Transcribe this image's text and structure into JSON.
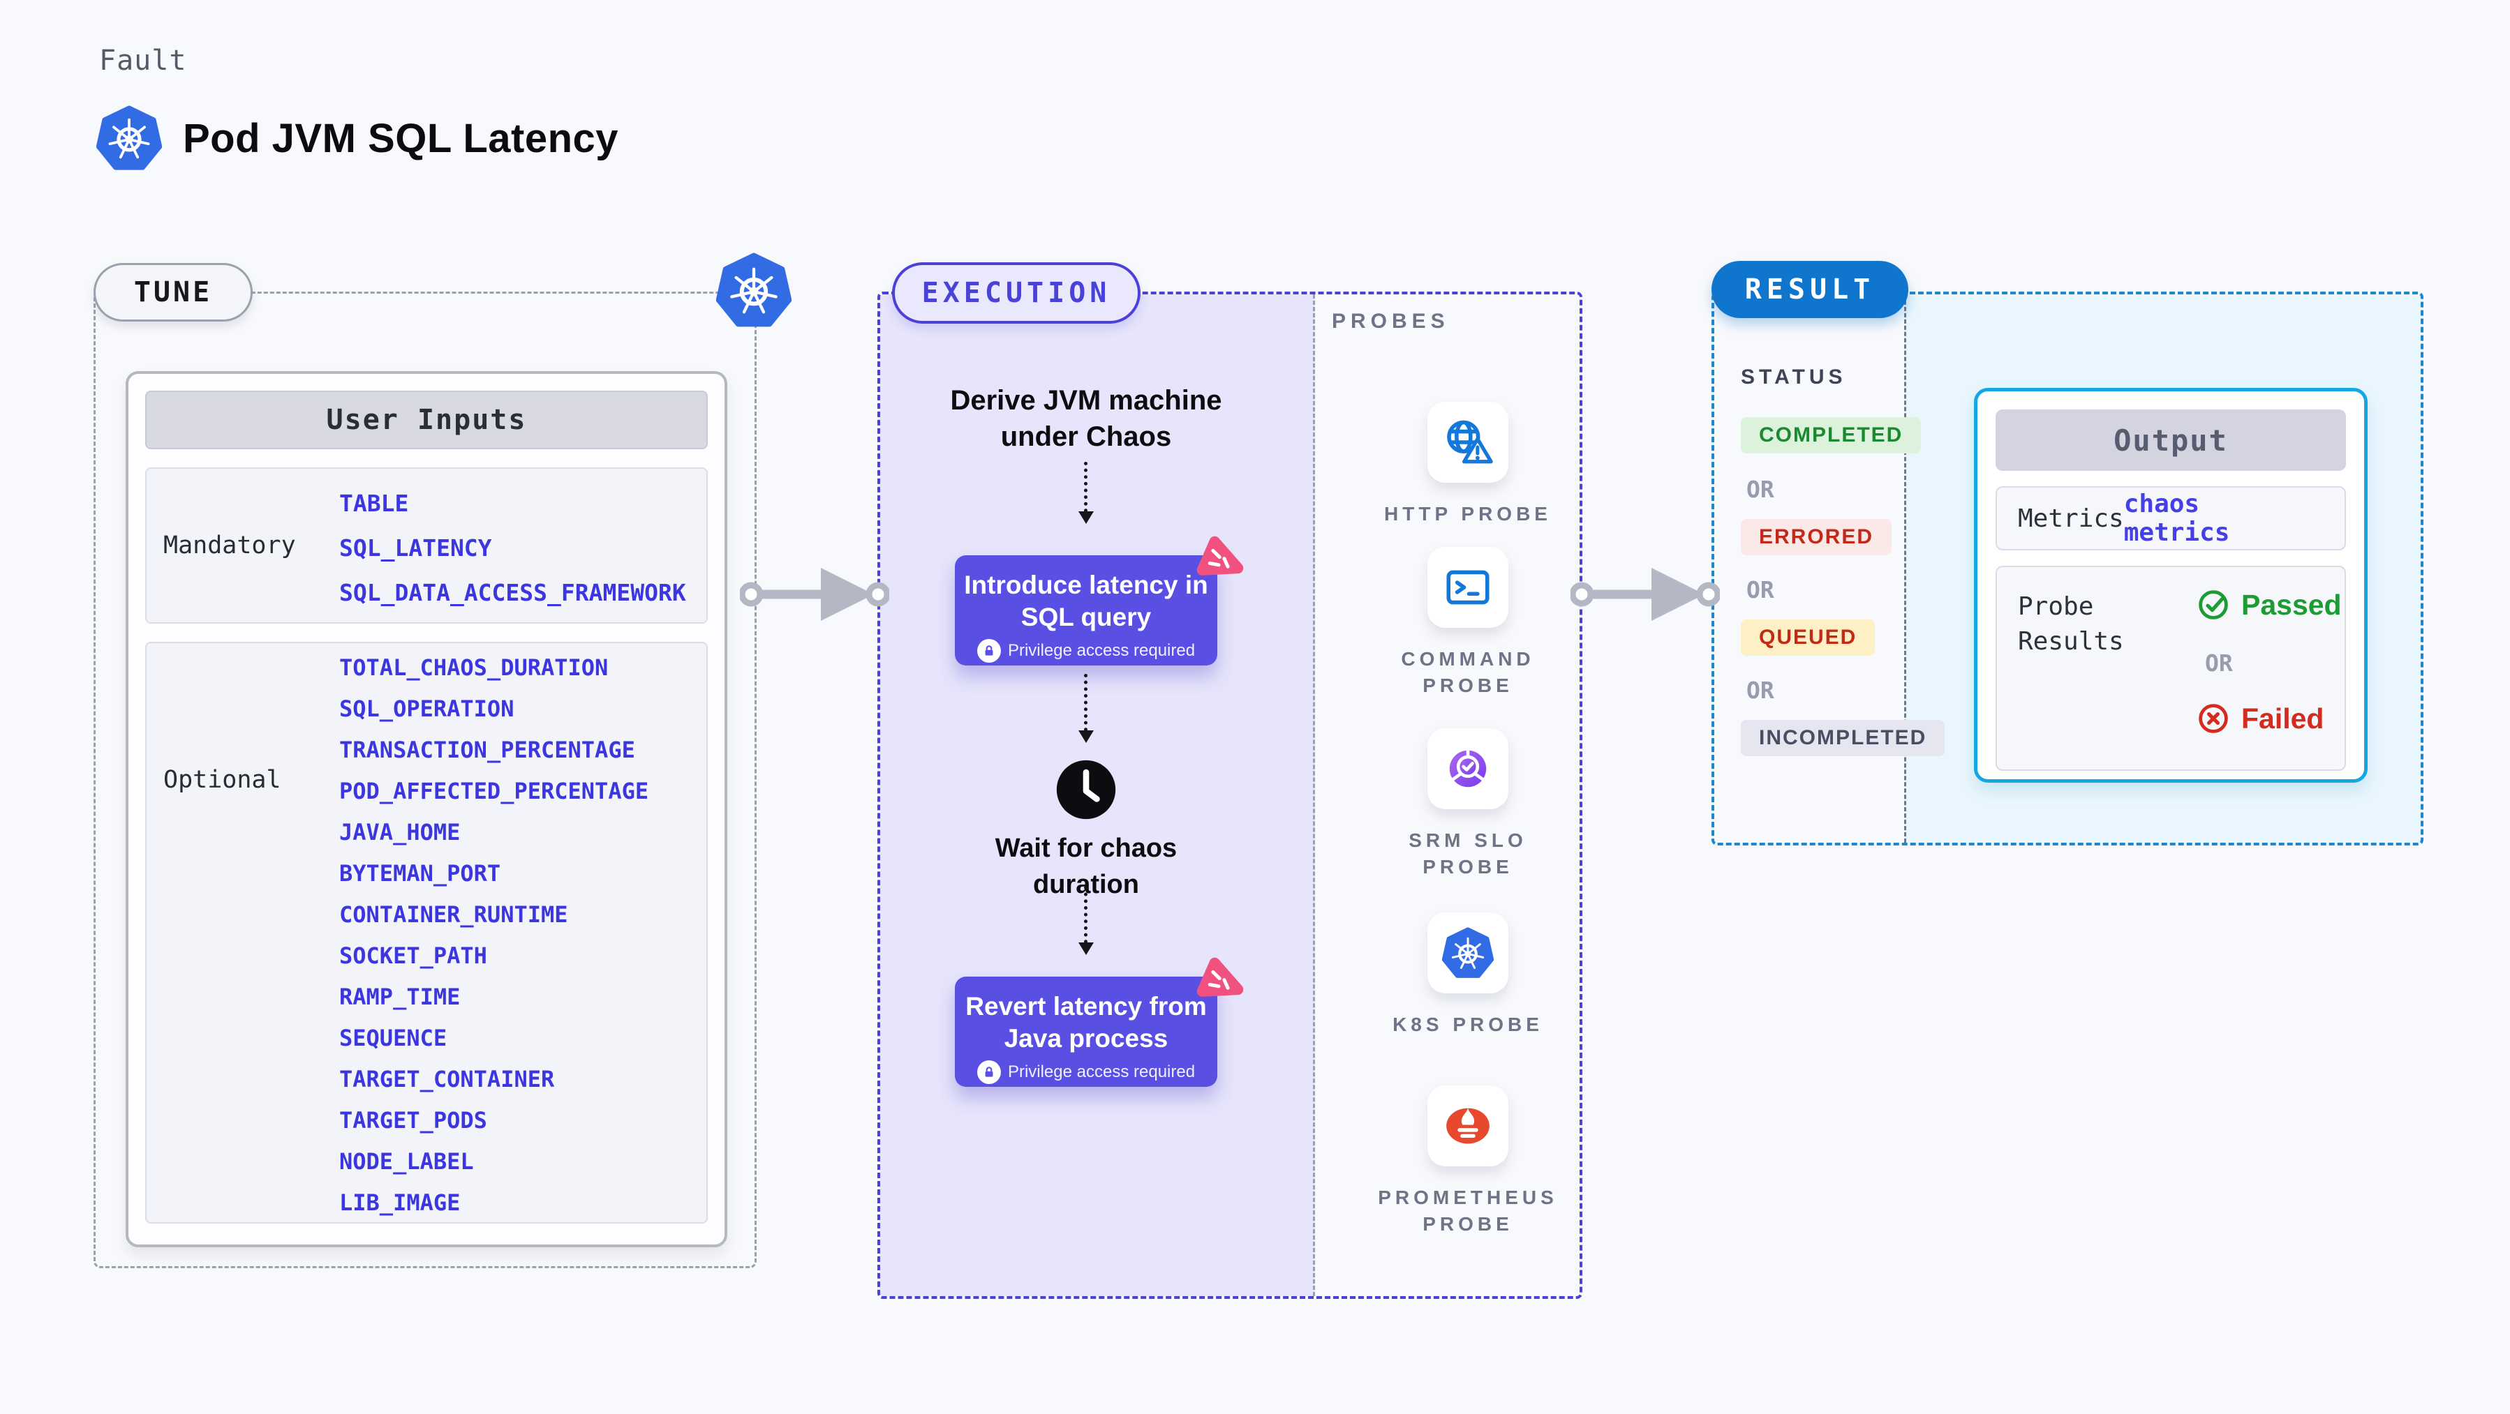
{
  "header": {
    "kicker": "Fault",
    "title": "Pod JVM SQL Latency",
    "logo_icon": "kubernetes-icon"
  },
  "colors": {
    "page_bg": "#f8f9fc",
    "kubernetes_blue": "#326ce5",
    "tune_dash_gray": "#9aa0ad",
    "execution_indigo": "#4a42d6",
    "execution_area_bg": "#e7e5fb",
    "execution_card_bg": "#5a4fe3",
    "chaos_badge_pink": "#f0517f",
    "probe_icon_blue": "#1478d8",
    "result_blue": "#1076cd",
    "result_dash_blue": "#1f86d0",
    "result_area_bg": "#e9f6fd",
    "output_border_cyan": "#15a7e4",
    "input_value_blue": "#3b36df",
    "status_completed": "#1b8a2e",
    "status_errored": "#c4281b",
    "status_queued": "#c22a16",
    "status_incompleted": "#494e63",
    "passed_green": "#1d9b35",
    "failed_red": "#d52a1e"
  },
  "tune": {
    "label": "TUNE",
    "corner_icon": "kubernetes-icon",
    "user_inputs": {
      "title": "User Inputs",
      "mandatory": {
        "label": "Mandatory",
        "items": [
          "TABLE",
          "SQL_LATENCY",
          "SQL_DATA_ACCESS_FRAMEWORK"
        ]
      },
      "optional": {
        "label": "Optional",
        "items": [
          "TOTAL_CHAOS_DURATION",
          "SQL_OPERATION",
          "TRANSACTION_PERCENTAGE",
          "POD_AFFECTED_PERCENTAGE",
          "JAVA_HOME",
          "BYTEMAN_PORT",
          "CONTAINER_RUNTIME",
          "SOCKET_PATH",
          "RAMP_TIME",
          "SEQUENCE",
          "TARGET_CONTAINER",
          "TARGET_PODS",
          "NODE_LABEL",
          "LIB_IMAGE"
        ]
      }
    }
  },
  "execution": {
    "label": "EXECUTION",
    "flow": {
      "step1": "Derive JVM machine under Chaos",
      "action1": {
        "title": "Introduce latency in SQL query",
        "note": "Privilege access required",
        "icon": "lock-icon",
        "badge_icon": "chaos-pinwheel-icon"
      },
      "wait_icon": "clock-icon",
      "wait_label": "Wait for chaos duration",
      "action2": {
        "title": "Revert latency from Java process",
        "note": "Privilege access required",
        "icon": "lock-icon",
        "badge_icon": "chaos-pinwheel-icon"
      }
    },
    "probes": {
      "title": "PROBES",
      "items": [
        {
          "label": "HTTP PROBE",
          "icon": "globe-alert-icon"
        },
        {
          "label": "COMMAND PROBE",
          "icon": "terminal-icon"
        },
        {
          "label": "SRM SLO PROBE",
          "icon": "slo-gauge-icon"
        },
        {
          "label": "K8S PROBE",
          "icon": "kubernetes-icon"
        },
        {
          "label": "PROMETHEUS PROBE",
          "icon": "prometheus-icon"
        }
      ]
    }
  },
  "result": {
    "label": "RESULT",
    "status": {
      "title": "STATUS",
      "or_label": "OR",
      "badges": [
        {
          "label": "COMPLETED",
          "type": "completed"
        },
        {
          "label": "ERRORED",
          "type": "errored"
        },
        {
          "label": "QUEUED",
          "type": "queued"
        },
        {
          "label": "INCOMPLETED",
          "type": "incompleted"
        }
      ]
    },
    "output": {
      "title": "Output",
      "metrics_label": "Metrics",
      "metrics_value": "chaos metrics",
      "probe_results_label": "Probe Results",
      "passed_label": "Passed",
      "or_label": "OR",
      "failed_label": "Failed",
      "passed_icon": "check-circle-icon",
      "failed_icon": "x-circle-icon"
    }
  }
}
